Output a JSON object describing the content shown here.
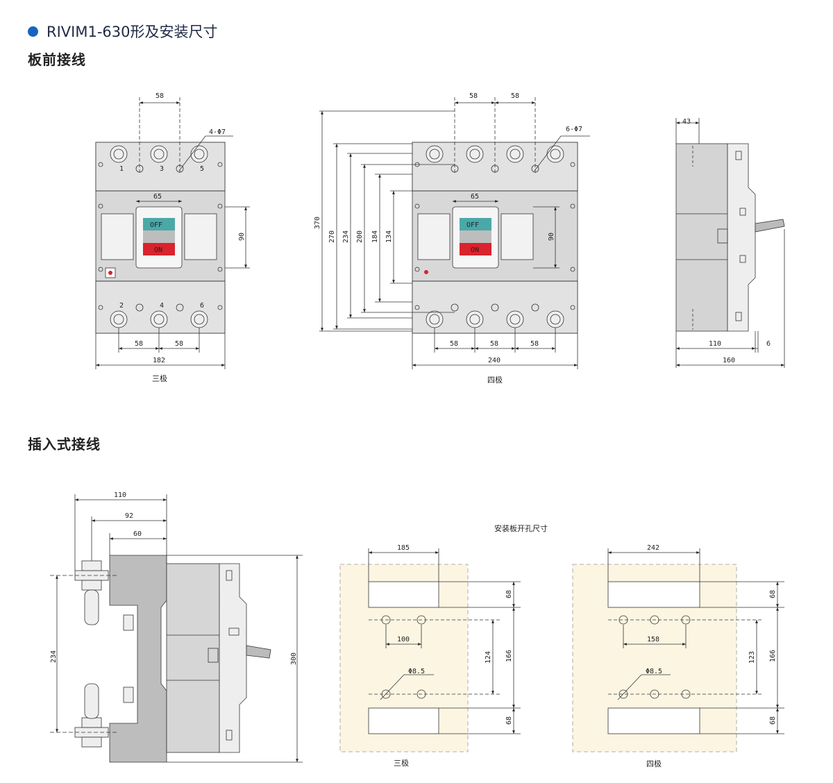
{
  "header": {
    "title": "RIVIM1-630形及安装尺寸",
    "section_front": "板前接线",
    "section_plugin": "插入式接线"
  },
  "colors": {
    "accent": "#1565c0",
    "body_gray": "#cccccc",
    "panel_cream": "#fbf5e2",
    "off_green": "#4aa9a8",
    "on_red": "#d9232d"
  },
  "labels": {
    "off": "OFF",
    "on": "ON",
    "three_pole": "三极",
    "four_pole": "四极",
    "panel_cutout": "安装板开孔尺寸",
    "hole_4": "4-Φ7",
    "hole_6": "6-Φ7",
    "hole_85": "Φ8.5",
    "t1": "1",
    "t2": "2",
    "t3": "3",
    "t4": "4",
    "t5": "5",
    "t6": "6"
  },
  "dims": {
    "d58": "58",
    "d65": "65",
    "d90": "90",
    "d182": "182",
    "d240": "240",
    "d370": "370",
    "d270": "270",
    "d234": "234",
    "d200": "200",
    "d184": "184",
    "d134": "134",
    "d43": "43",
    "d110": "110",
    "d6": "6",
    "d160": "160",
    "d92": "92",
    "d60": "60",
    "d300": "300",
    "d185": "185",
    "d242": "242",
    "d68": "68",
    "d100": "100",
    "d158": "158",
    "d124": "124",
    "d123": "123",
    "d166": "166"
  }
}
